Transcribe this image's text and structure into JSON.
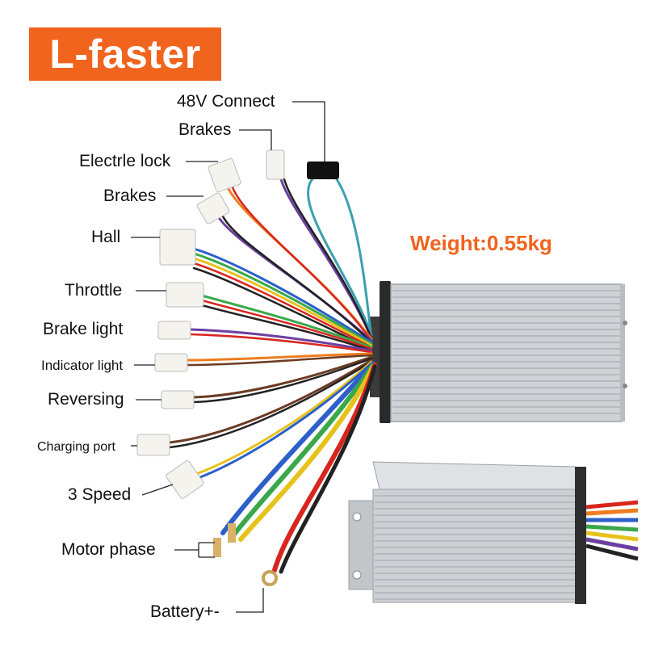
{
  "brand": {
    "text": "L-faster",
    "color": "#f0641e"
  },
  "weight": {
    "text": "Weight:0.55kg",
    "color": "#f0641e"
  },
  "labels": [
    "48V Connect",
    "Brakes",
    "Electrle lock",
    "Brakes",
    "Hall",
    "Throttle",
    "Brake light",
    "Indicator light",
    "Reversing",
    "Charging port",
    "3 Speed",
    "Motor phase",
    "Battery+-"
  ],
  "wire_colors": {
    "red": "#d8261e",
    "black": "#222222",
    "yellow": "#e7c21b",
    "green": "#3aa84a",
    "blue": "#2c5fc9",
    "purple": "#6b3fa0",
    "orange": "#ee7d1f",
    "teal": "#3aa0b0",
    "brown": "#6b3b22",
    "grey": "#9a9a9a"
  },
  "housing_color": "#c9ccd0"
}
